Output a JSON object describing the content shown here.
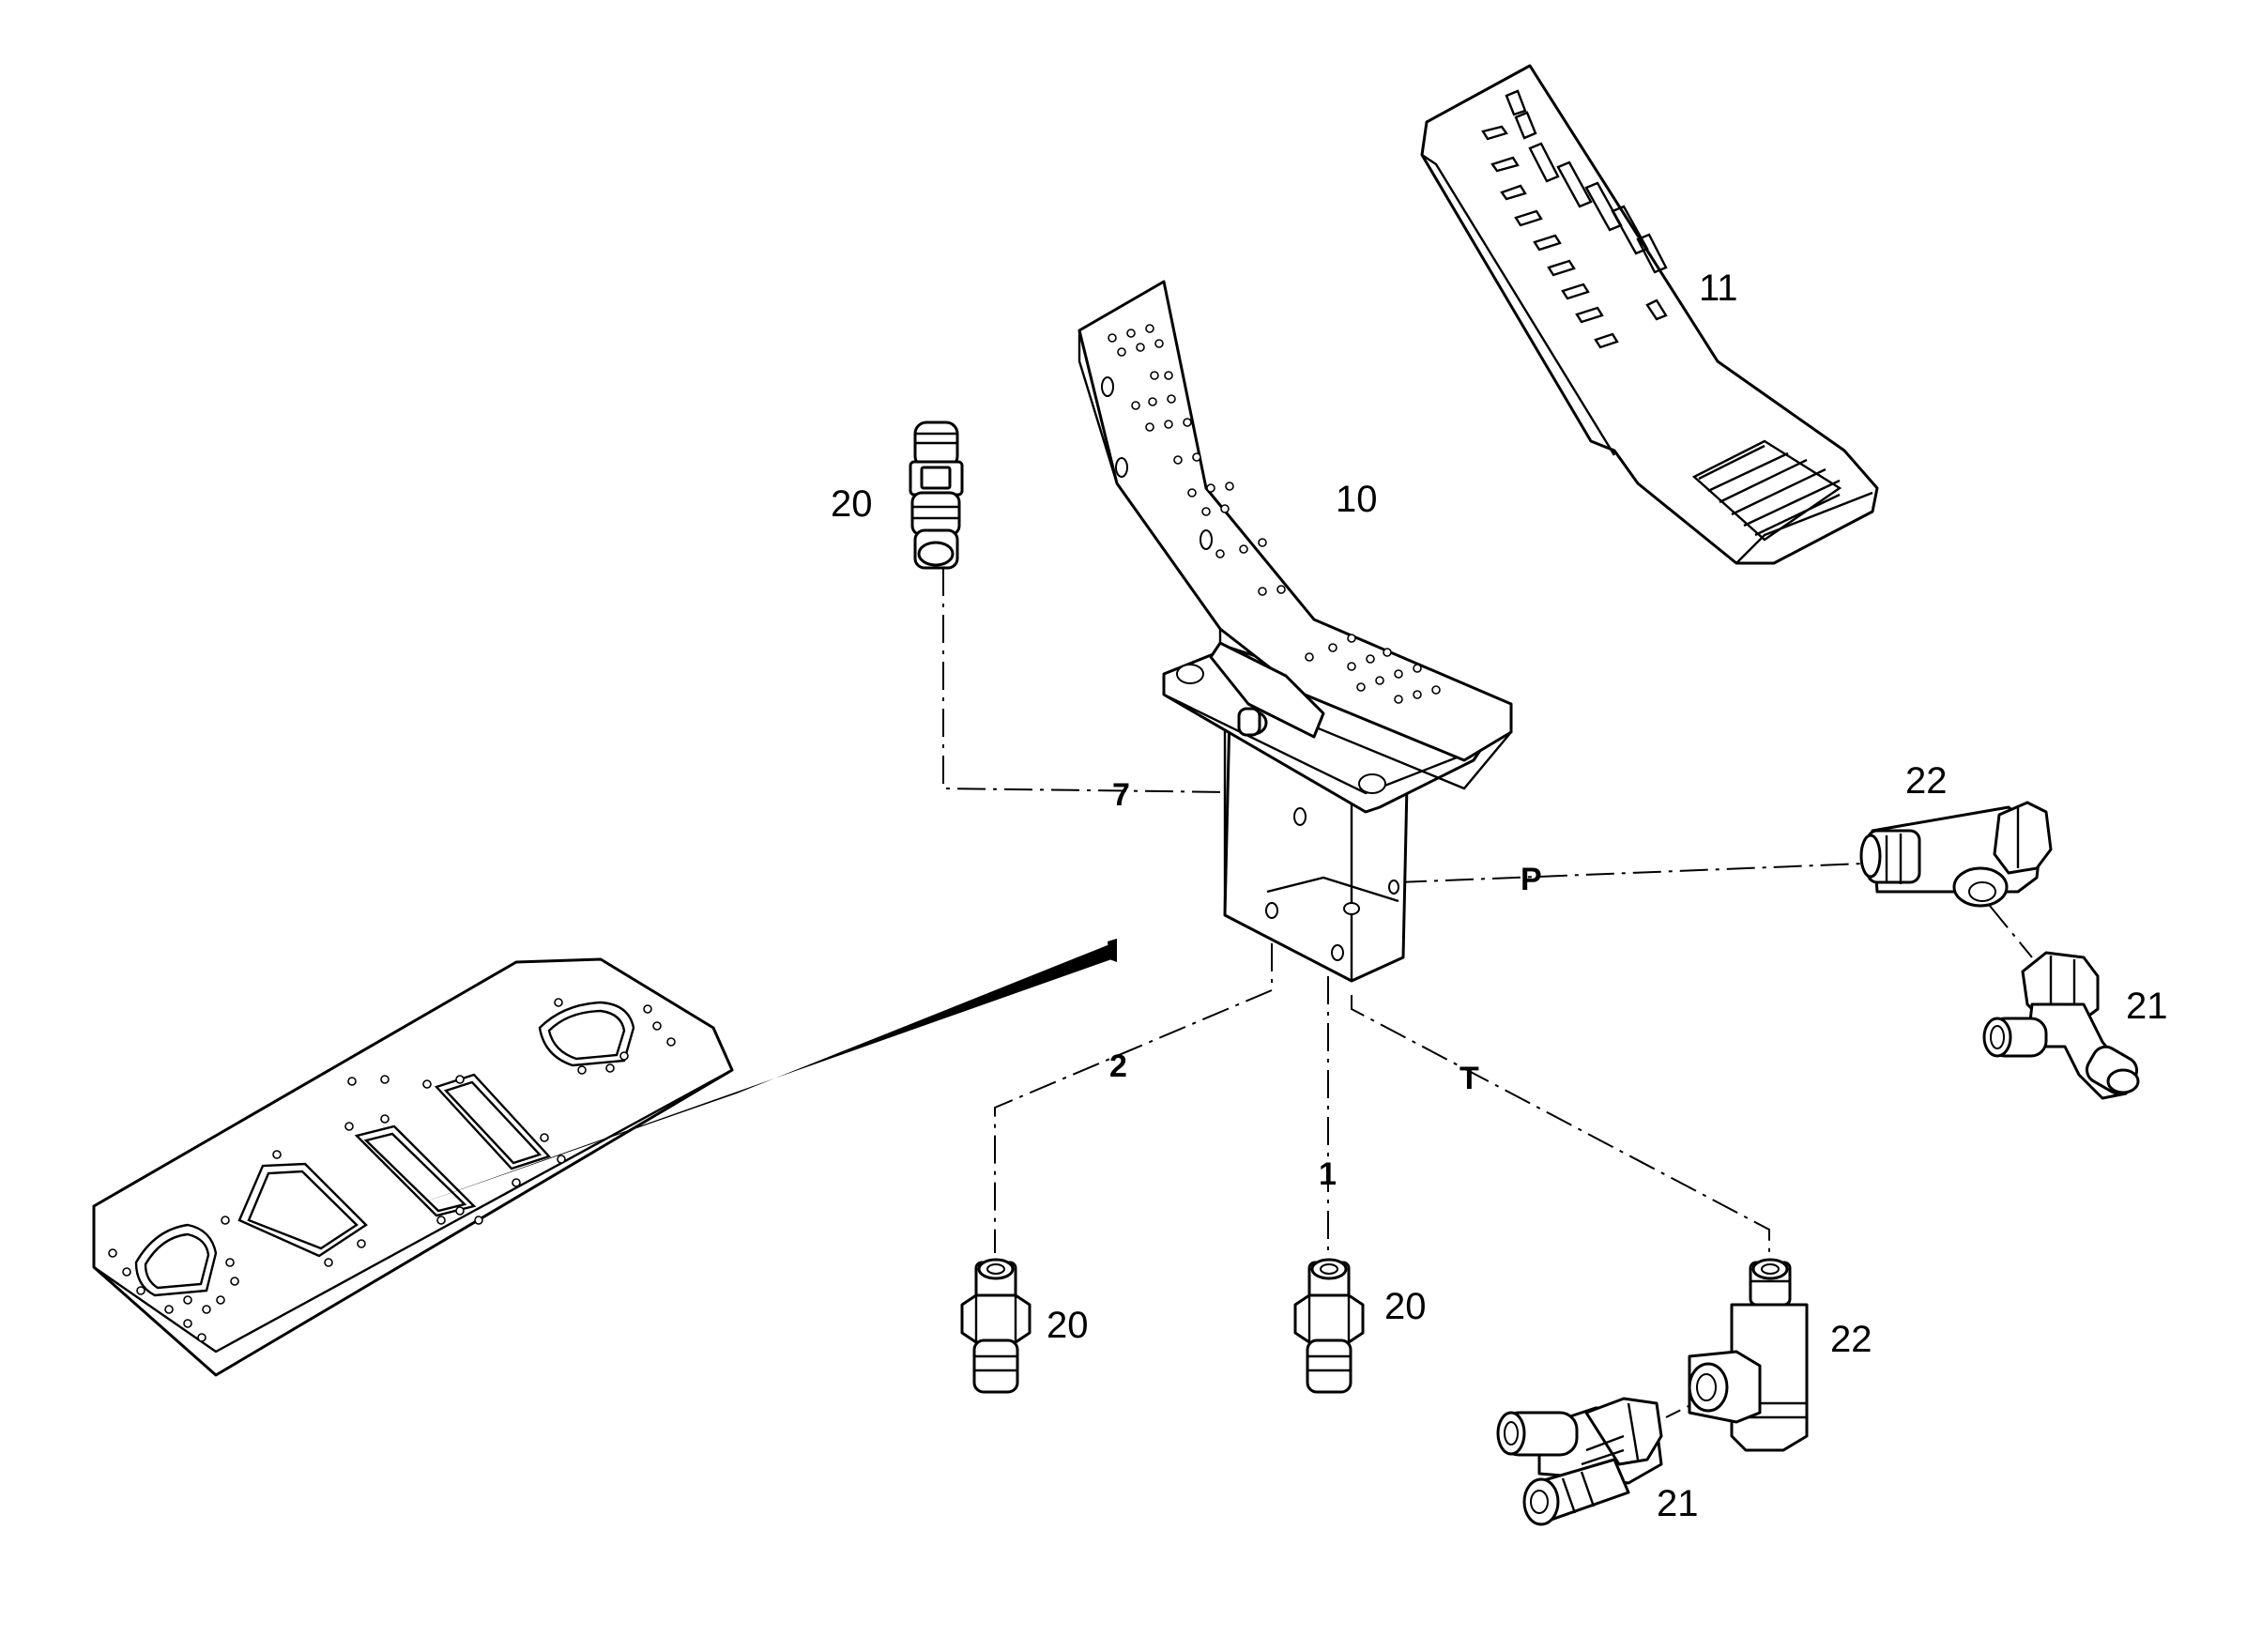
{
  "labels": {
    "pedal_assembly": "10",
    "pedal_cover": "11",
    "fitting_top": "20",
    "fitting_bottom_left": "20",
    "fitting_bottom_center": "20",
    "tee_right": "22",
    "tee_bottom": "22",
    "elbow_right": "21",
    "elbow_bottom": "21"
  },
  "ports": {
    "port_7": "7",
    "port_p": "P",
    "port_2": "2",
    "port_1": "1",
    "port_t": "T"
  },
  "colors": {
    "line": "#000000",
    "background": "#ffffff"
  }
}
